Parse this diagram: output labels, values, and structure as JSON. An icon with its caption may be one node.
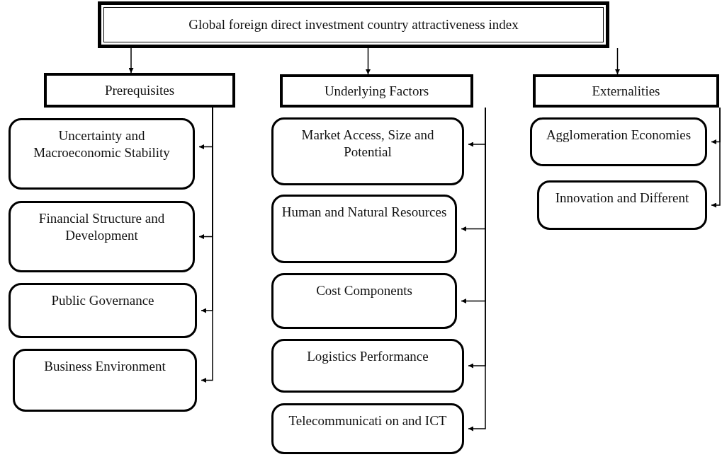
{
  "diagram": {
    "nodes": [
      {
        "text": [
          "Global foreign direct investment country attractiveness index"
        ]
      },
      {
        "text": [
          "Prerequisites"
        ]
      },
      {
        "text": [
          "Underlying Factors"
        ]
      },
      {
        "text": [
          "Externalities"
        ]
      },
      {
        "text": [
          "Uncertainty and Macroeconomic Stability"
        ]
      },
      {
        "text": [
          "Financial Structure and Development"
        ]
      },
      {
        "text": [
          "Public Governance"
        ]
      },
      {
        "text": [
          "Business Environment"
        ]
      },
      {
        "text": [
          "Market Access, Size and Potential"
        ]
      },
      {
        "text": [
          "Human and Natural Resources"
        ]
      },
      {
        "text": [
          "Cost Components"
        ]
      },
      {
        "text": [
          "Logistics Performance"
        ]
      },
      {
        "text": [
          "Telecommunicati on and ICT"
        ]
      },
      {
        "text": [
          "Agglomeration Economies"
        ]
      },
      {
        "text": [
          "Innovation and Different"
        ]
      }
    ],
    "edges": [
      {
        "from": 0,
        "to": 1,
        "arrow": "to"
      },
      {
        "from": 0,
        "to": 2,
        "arrow": "to"
      },
      {
        "from": 0,
        "to": 3,
        "arrow": "to"
      },
      {
        "from": 1,
        "to": 4,
        "arrow": "to"
      },
      {
        "from": 1,
        "to": 5,
        "arrow": "to"
      },
      {
        "from": 1,
        "to": 6,
        "arrow": "to"
      },
      {
        "from": 1,
        "to": 7,
        "arrow": "to"
      },
      {
        "from": 2,
        "to": 8,
        "arrow": "to"
      },
      {
        "from": 2,
        "to": 9,
        "arrow": "to"
      },
      {
        "from": 2,
        "to": 10,
        "arrow": "to"
      },
      {
        "from": 2,
        "to": 11,
        "arrow": "to"
      },
      {
        "from": 2,
        "to": 12,
        "arrow": "to"
      },
      {
        "from": 3,
        "to": 13,
        "arrow": "to"
      },
      {
        "from": 3,
        "to": 14,
        "arrow": "to"
      }
    ]
  }
}
